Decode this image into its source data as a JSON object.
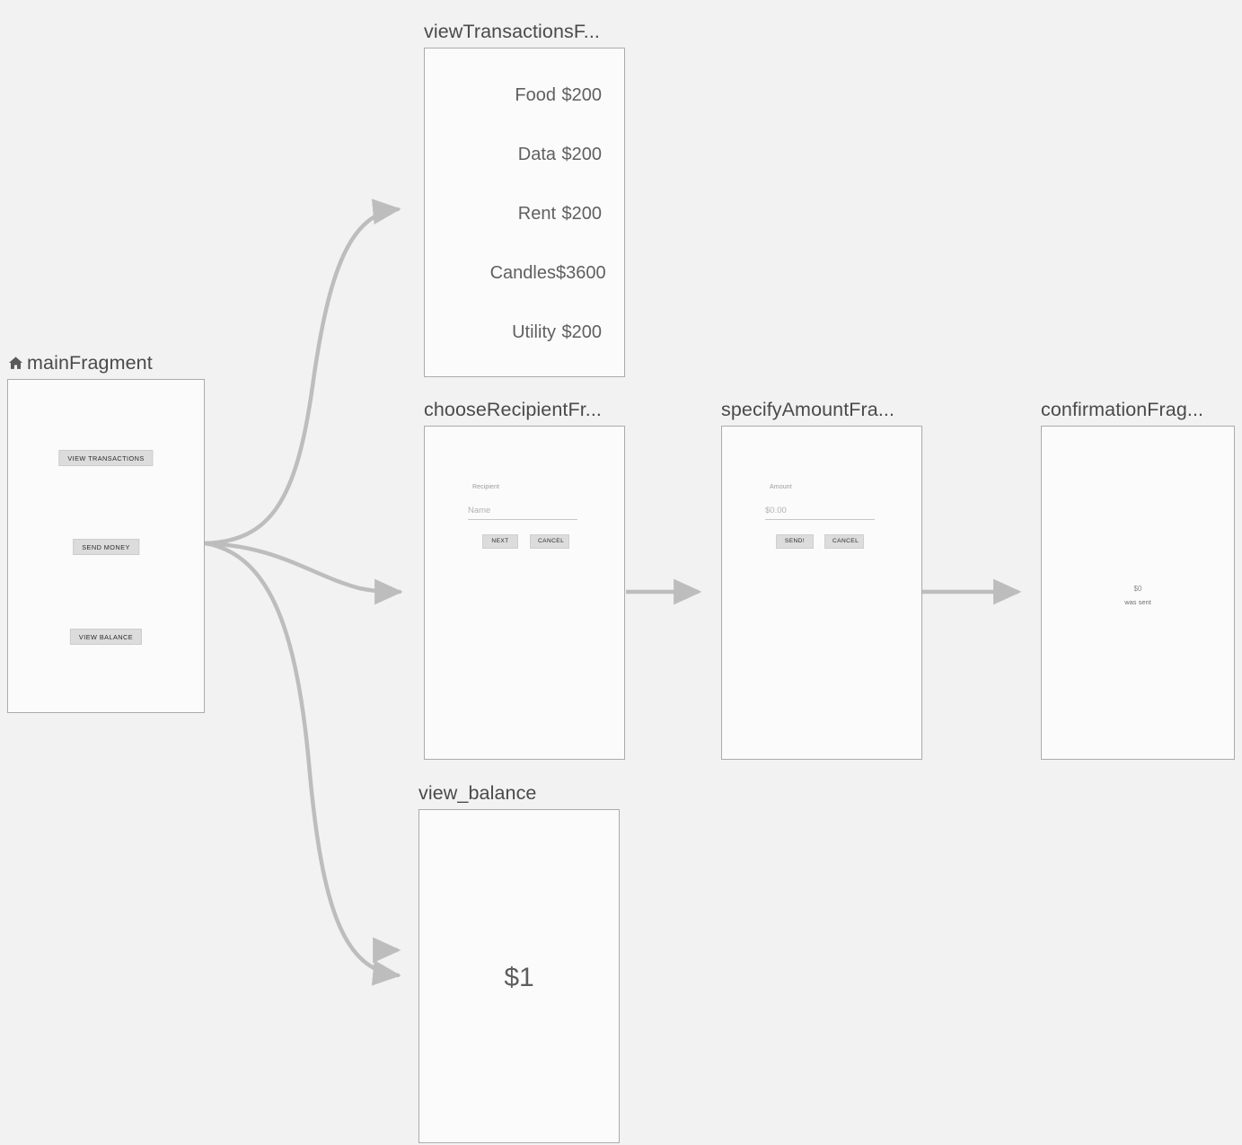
{
  "graph": {
    "background_color": "#f2f2f2",
    "node_fill": "#fbfbfb",
    "node_border": "#ababab",
    "edge_color": "#bdbdbd",
    "title_color": "#4a4a4a"
  },
  "nodes": {
    "main": {
      "title": "mainFragment",
      "start_icon": "home-icon",
      "buttons": [
        {
          "label": "VIEW TRANSACTIONS"
        },
        {
          "label": "SEND MONEY"
        },
        {
          "label": "VIEW BALANCE"
        }
      ]
    },
    "view_transactions": {
      "title": "viewTransactionsF...",
      "rows": [
        {
          "label": "Food",
          "amount": "$200"
        },
        {
          "label": "Data",
          "amount": "$200"
        },
        {
          "label": "Rent",
          "amount": "$200"
        },
        {
          "label": "Candles",
          "amount": "$3600"
        },
        {
          "label": "Utility",
          "amount": "$200"
        }
      ]
    },
    "choose_recipient": {
      "title": "chooseRecipientFr...",
      "field_label": "Recipient",
      "field_placeholder": "Name",
      "primary_button": "NEXT",
      "secondary_button": "CANCEL"
    },
    "specify_amount": {
      "title": "specifyAmountFra...",
      "field_label": "Amount",
      "field_placeholder": "$0.00",
      "primary_button": "SEND!",
      "secondary_button": "CANCEL"
    },
    "confirmation": {
      "title": "confirmationFrag...",
      "amount": "$0",
      "subtitle": "was sent"
    },
    "view_balance": {
      "title": "view_balance",
      "amount": "$1"
    }
  }
}
